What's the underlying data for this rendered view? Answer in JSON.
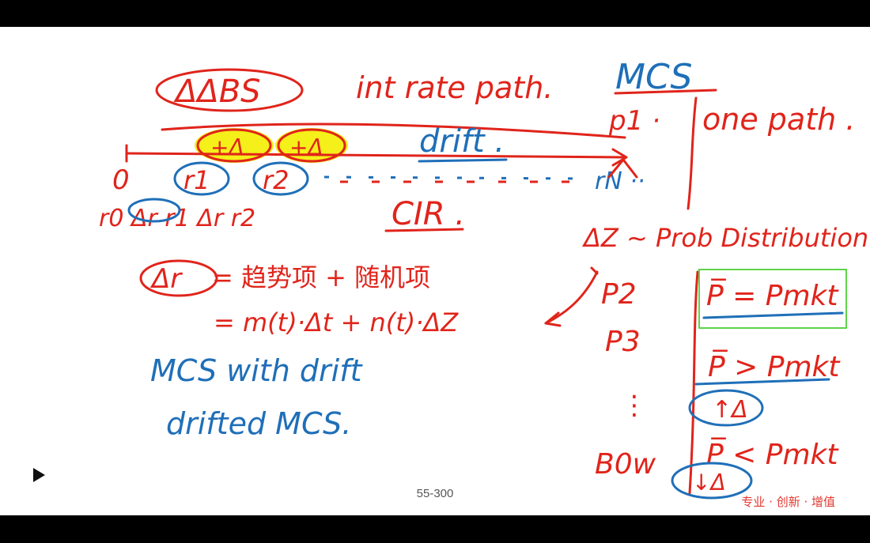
{
  "player": {
    "page_indicator": "55-300",
    "watermark": "专业 · 创新 · 增值"
  },
  "board": {
    "title_bms": "ΔΔBS",
    "title_path": "int rate path.",
    "mcs": "MCS",
    "p1": "p1 ·",
    "one_path": "one path .",
    "drift": "drift .",
    "pos_plus1": "+Δ",
    "pos_plus2": "+Δ",
    "axis_zero": "0",
    "r1": "r1",
    "r2": "r2",
    "rns": "rN ··",
    "r_chain": "r0 Δr r1 Δr r2",
    "cir": "CIR .",
    "dz_dist": "ΔZ ~ Prob Distribution",
    "dr_eq_label": "Δr",
    "dr_eq_rhs": "= 趋势项 + 随机项",
    "dr_eq2": "= m(t)·Δt + n(t)·ΔZ",
    "p2": "P2",
    "p3": "P3",
    "vdots": "⋮",
    "mcs_drift_1": "MCS with drift",
    "mcs_drift_2": "drifted MCS.",
    "p_eq_pmkt": "P̅ = Pmkt",
    "p_gt_pmkt": "P̅ > Pmkt",
    "up_delta": "↑Δ",
    "p_lt_pmkt": "P̅ < Pmkt",
    "down_delta": "↓Δ",
    "b_now": "B0w"
  },
  "colors": {
    "red_ink": "#e0241b",
    "blue_ink": "#1f6fb8",
    "highlight_yellow": "#f5ef1a",
    "box_green": "#5fd34a"
  }
}
